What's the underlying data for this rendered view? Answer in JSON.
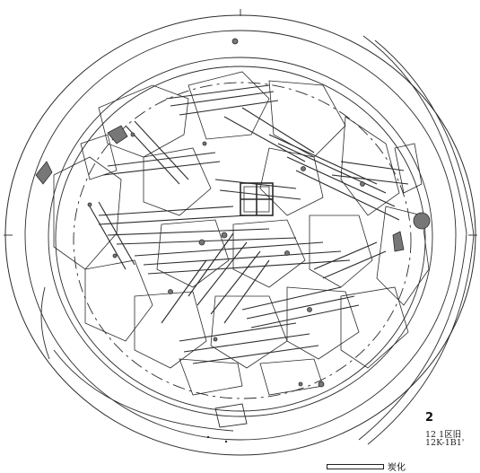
{
  "figure": {
    "number": "2",
    "caption_line1": "12  1区旧",
    "caption_line2": "12K-1B1'",
    "scale_label": "炭化"
  },
  "colors": {
    "line": "#2b2b2b",
    "fill_dark": "#777777",
    "background": "#ffffff"
  },
  "icons": [
    "charred-wood-icon",
    "scale-bar-icon"
  ]
}
